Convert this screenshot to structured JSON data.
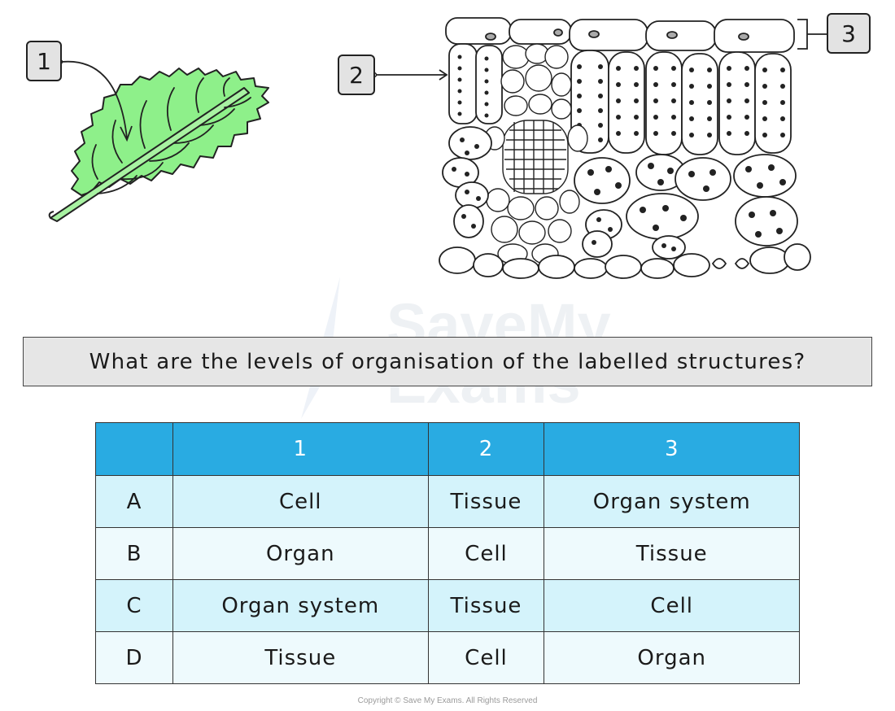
{
  "labels": {
    "label_1": "1",
    "label_2": "2",
    "label_3": "3"
  },
  "question": "What are the levels of organisation of the labelled structures?",
  "table": {
    "header": [
      "",
      "1",
      "2",
      "3"
    ],
    "rows": [
      {
        "option": "A",
        "cells": [
          "Cell",
          "Tissue",
          "Organ system"
        ]
      },
      {
        "option": "B",
        "cells": [
          "Organ",
          "Cell",
          "Tissue"
        ]
      },
      {
        "option": "C",
        "cells": [
          "Organ system",
          "Tissue",
          "Cell"
        ]
      },
      {
        "option": "D",
        "cells": [
          "Tissue",
          "Cell",
          "Organ"
        ]
      }
    ]
  },
  "watermark": {
    "line1": "SaveMy",
    "line2": "Exams"
  },
  "copyright": "Copyright © Save My Exams. All Rights Reserved",
  "colors": {
    "leaf": "#8ef08a",
    "header": "#29abe2",
    "row_odd": "#d4f3fb",
    "row_even": "#eefafd",
    "question_bg": "#e6e6e6"
  }
}
